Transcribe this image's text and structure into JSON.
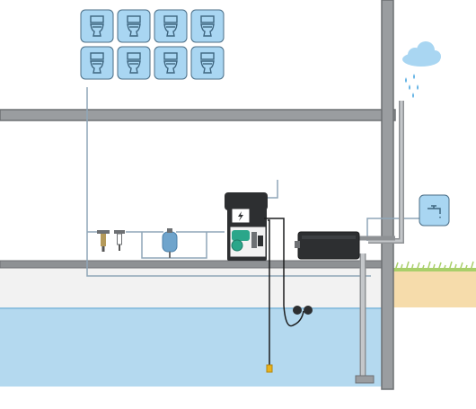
{
  "colors": {
    "background": "#ffffff",
    "wall": "#8e9194",
    "wall_dark": "#6d7073",
    "pipe": "#8fa6b8",
    "water_tank": "#b4d9ef",
    "water_tank_light": "#d9eef8",
    "basement_floor": "#f2f2f2",
    "soil": "#f6dcab",
    "grass": "#a9cf6a",
    "toilet_tile": "#a9d6f2",
    "toilet_tile_border": "#4b6e86",
    "toilet_icon": "#3f6680",
    "cloud": "#a9d6f2",
    "rain": "#5fb1e4",
    "pump_unit": "#2d2f31",
    "pump_green": "#2aa68a",
    "float_switch": "#e8b21c",
    "expansion_vessel": "#6fa4cc"
  },
  "icons": {
    "toilet": "toilet-icon",
    "cloud": "rain-cloud-icon",
    "tap": "outdoor-tap-icon",
    "power": "lightning-icon"
  },
  "toilets": [
    {
      "id": "toilet-1"
    },
    {
      "id": "toilet-2"
    },
    {
      "id": "toilet-3"
    },
    {
      "id": "toilet-4"
    },
    {
      "id": "toilet-5"
    },
    {
      "id": "toilet-6"
    },
    {
      "id": "toilet-7"
    },
    {
      "id": "toilet-8"
    }
  ]
}
